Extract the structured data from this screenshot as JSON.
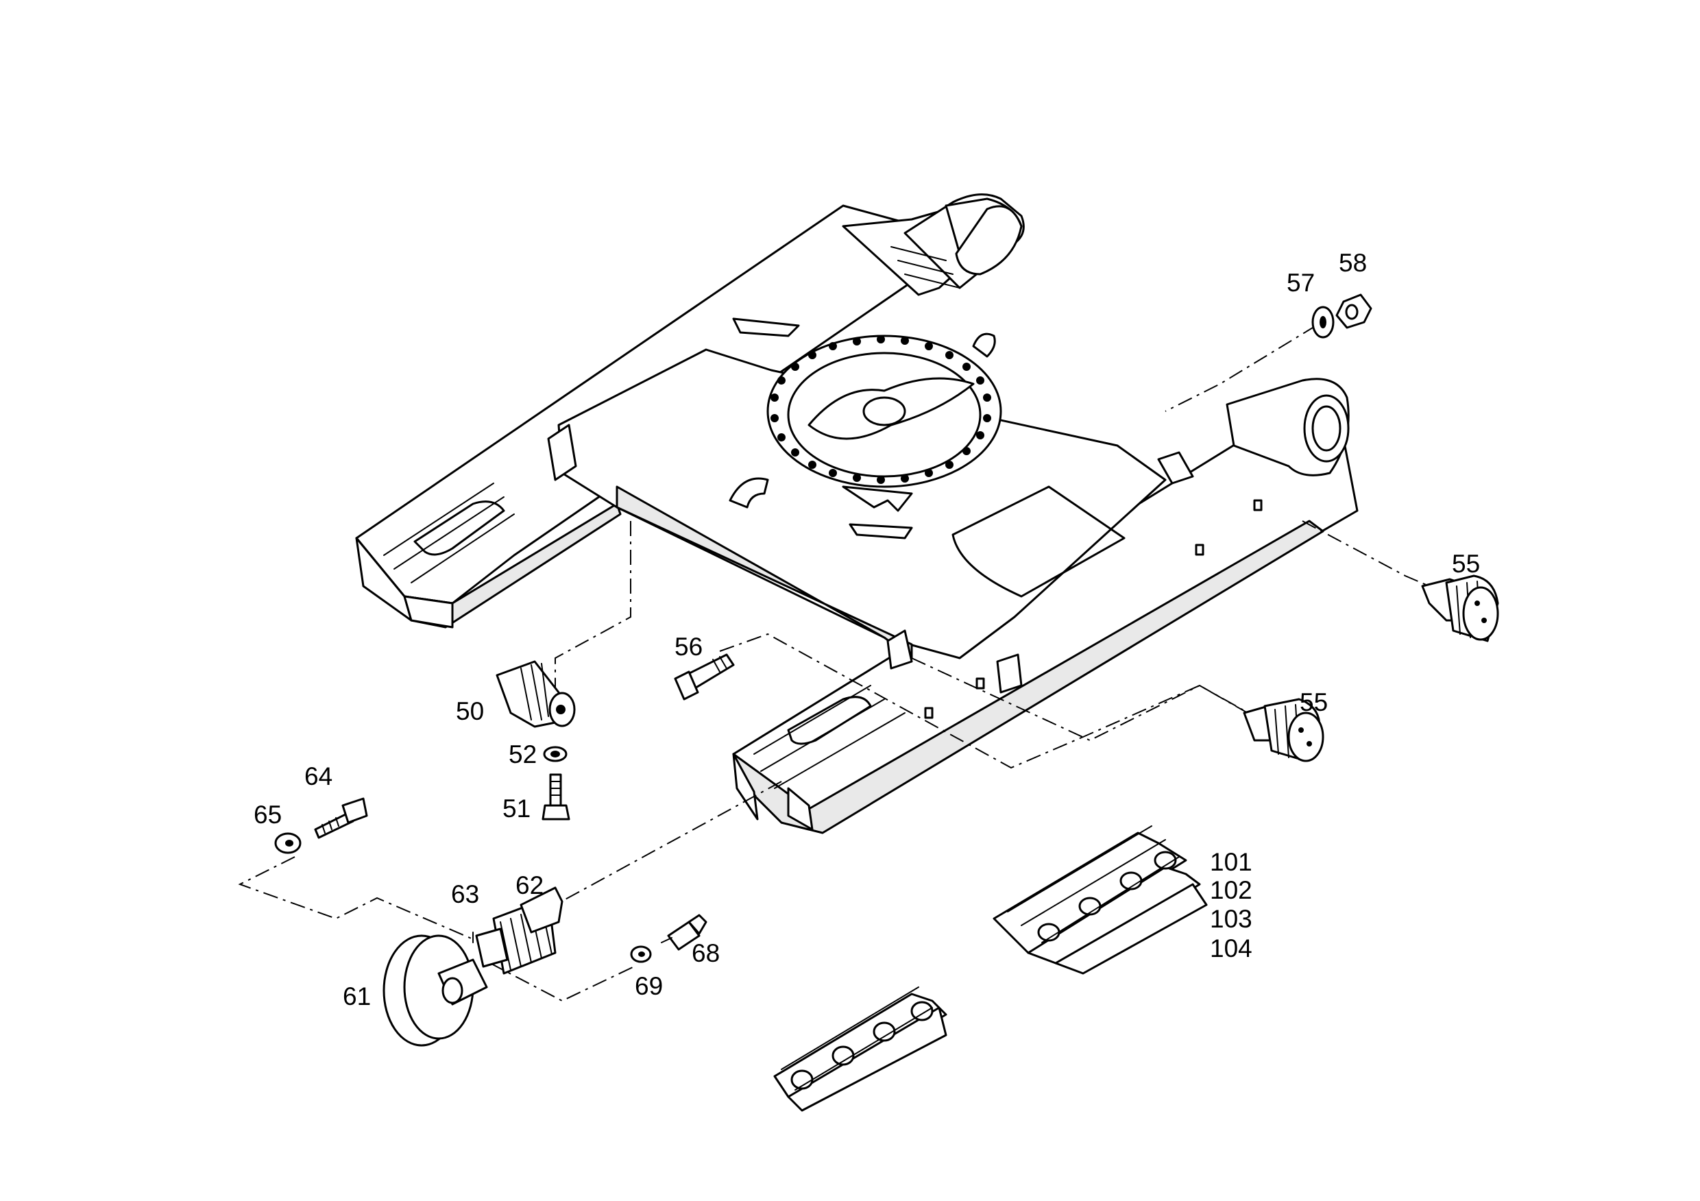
{
  "callouts": {
    "c50": "50",
    "c51": "51",
    "c52": "52",
    "c55a": "55",
    "c55b": "55",
    "c56": "56",
    "c57": "57",
    "c58": "58",
    "c61": "61",
    "c62": "62",
    "c63": "63",
    "c64": "64",
    "c65": "65",
    "c68": "68",
    "c69": "69",
    "c101": "101",
    "c102": "102",
    "c103": "103",
    "c104": "104"
  }
}
